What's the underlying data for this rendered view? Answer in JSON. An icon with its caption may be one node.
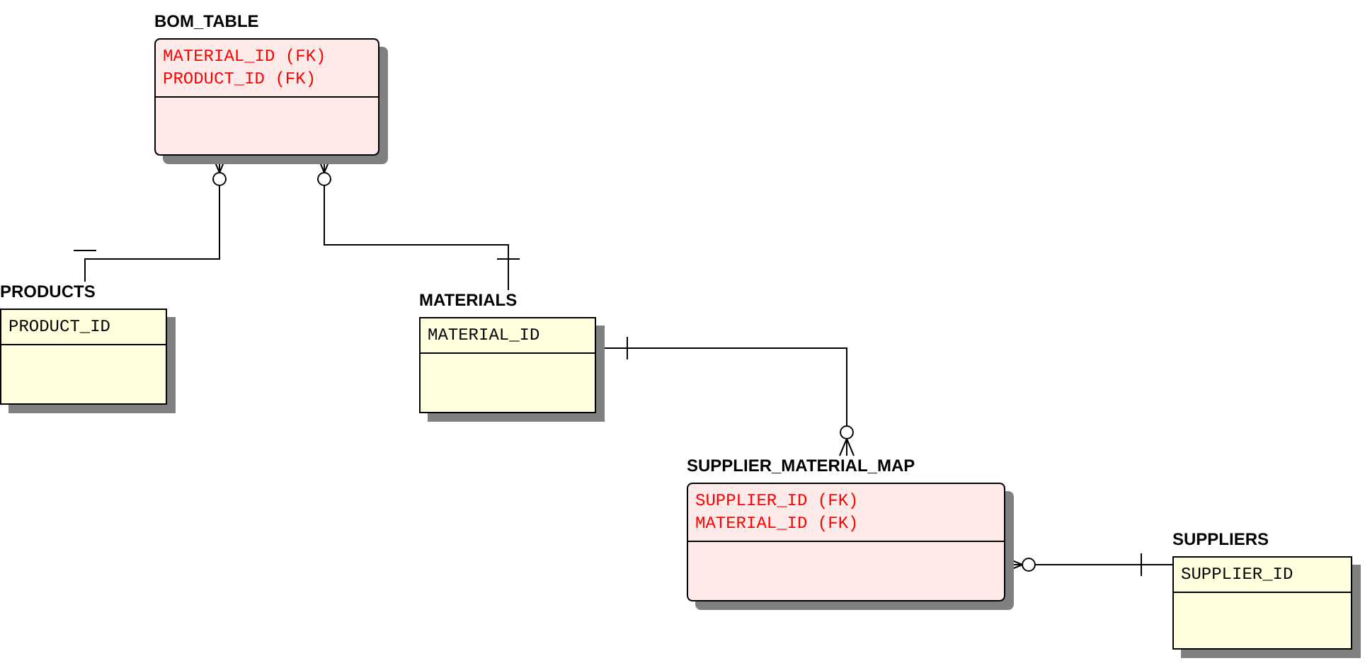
{
  "diagram": {
    "nodes": [
      {
        "text": [
          "BOM_TABLE",
          "MATERIAL_ID (FK)",
          "PRODUCT_ID (FK)"
        ]
      },
      {
        "text": [
          "PRODUCTS",
          "PRODUCT_ID"
        ]
      },
      {
        "text": [
          "MATERIALS",
          "MATERIAL_ID"
        ]
      },
      {
        "text": [
          "SUPPLIER_MATERIAL_MAP",
          "SUPPLIER_ID (FK)",
          "MATERIAL_ID (FK)"
        ]
      },
      {
        "text": [
          "SUPPLIERS",
          "SUPPLIER_ID"
        ]
      }
    ],
    "edges": [
      {
        "from": 1,
        "to": 0,
        "arrow": "other"
      },
      {
        "from": 2,
        "to": 0,
        "arrow": "other"
      },
      {
        "from": 2,
        "to": 3,
        "arrow": "other"
      },
      {
        "from": 4,
        "to": 3,
        "arrow": "other"
      }
    ]
  }
}
